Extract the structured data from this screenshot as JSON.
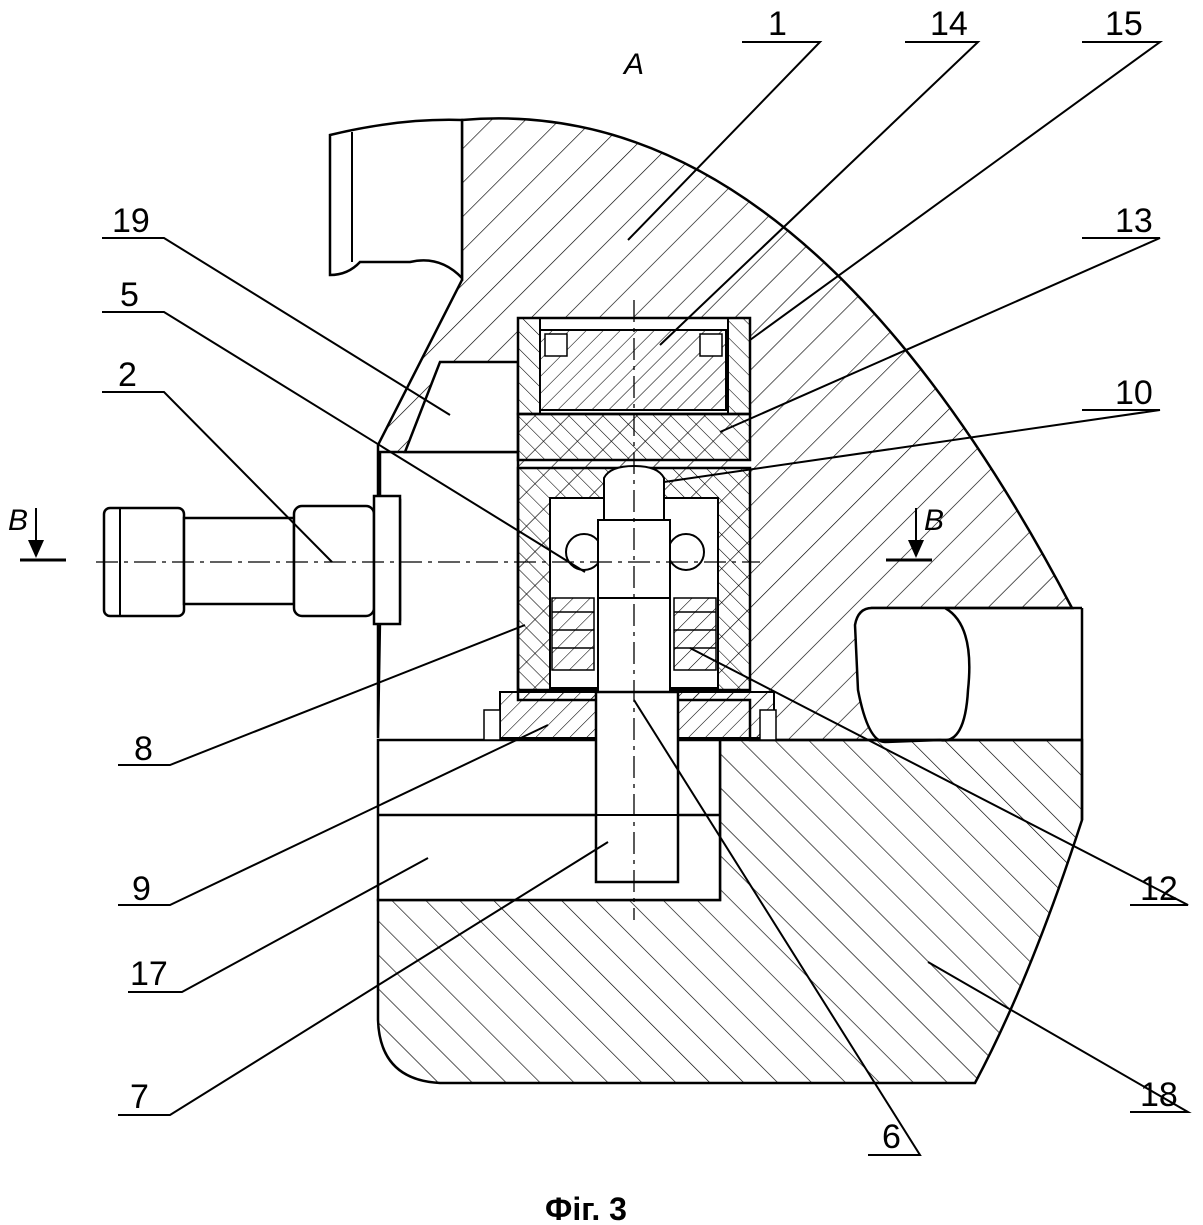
{
  "figure": {
    "caption": "Фіг. 3",
    "view_mark": "A",
    "section_marks": [
      "B",
      "B"
    ]
  },
  "callouts": [
    {
      "id": "1",
      "text": "1"
    },
    {
      "id": "14",
      "text": "14"
    },
    {
      "id": "15",
      "text": "15"
    },
    {
      "id": "19",
      "text": "19"
    },
    {
      "id": "13",
      "text": "13"
    },
    {
      "id": "5",
      "text": "5"
    },
    {
      "id": "2",
      "text": "2"
    },
    {
      "id": "10",
      "text": "10"
    },
    {
      "id": "8",
      "text": "8"
    },
    {
      "id": "9",
      "text": "9"
    },
    {
      "id": "17",
      "text": "17"
    },
    {
      "id": "7",
      "text": "7"
    },
    {
      "id": "6",
      "text": "6"
    },
    {
      "id": "12",
      "text": "12"
    },
    {
      "id": "18",
      "text": "18"
    }
  ]
}
